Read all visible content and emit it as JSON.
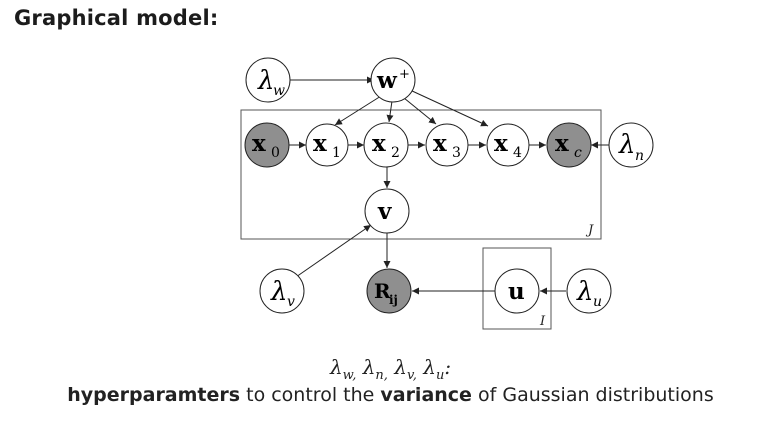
{
  "heading": "Graphical model:",
  "nodes": {
    "lambda_w": {
      "base": "λ",
      "sub": "w",
      "shaded": false
    },
    "w_plus": {
      "base": "w",
      "sup": "+",
      "shaded": false
    },
    "x0": {
      "base": "x",
      "sub": "0",
      "shaded": true
    },
    "x1": {
      "base": "x",
      "sub": "1",
      "shaded": false
    },
    "x2": {
      "base": "x",
      "sub": "2",
      "shaded": false
    },
    "x3": {
      "base": "x",
      "sub": "3",
      "shaded": false
    },
    "x4": {
      "base": "x",
      "sub": "4",
      "shaded": false
    },
    "xc": {
      "base": "x",
      "sub": "c",
      "shaded": true
    },
    "lambda_n": {
      "base": "λ",
      "sub": "n",
      "shaded": false
    },
    "v": {
      "base": "v",
      "shaded": false
    },
    "lambda_v": {
      "base": "λ",
      "sub": "v",
      "shaded": false
    },
    "R_ij": {
      "base": "R",
      "sub": "ij",
      "shaded": true
    },
    "u": {
      "base": "u",
      "shaded": false
    },
    "lambda_u": {
      "base": "λ",
      "sub": "u",
      "shaded": false
    }
  },
  "plates": {
    "J": {
      "label": "J"
    },
    "I": {
      "label": "I"
    }
  },
  "caption": {
    "lambda_w": "w,",
    "lambda_n": "n,",
    "lambda_v": "v,",
    "lambda_u": "u",
    "colon": ":",
    "bold1": "hyperparamters",
    "mid": " to control the ",
    "bold2": "variance",
    "end": " of Gaussian distributions"
  },
  "colors": {
    "shaded": "#8f8f8f",
    "open": "#ffffff",
    "stroke": "#222222"
  }
}
